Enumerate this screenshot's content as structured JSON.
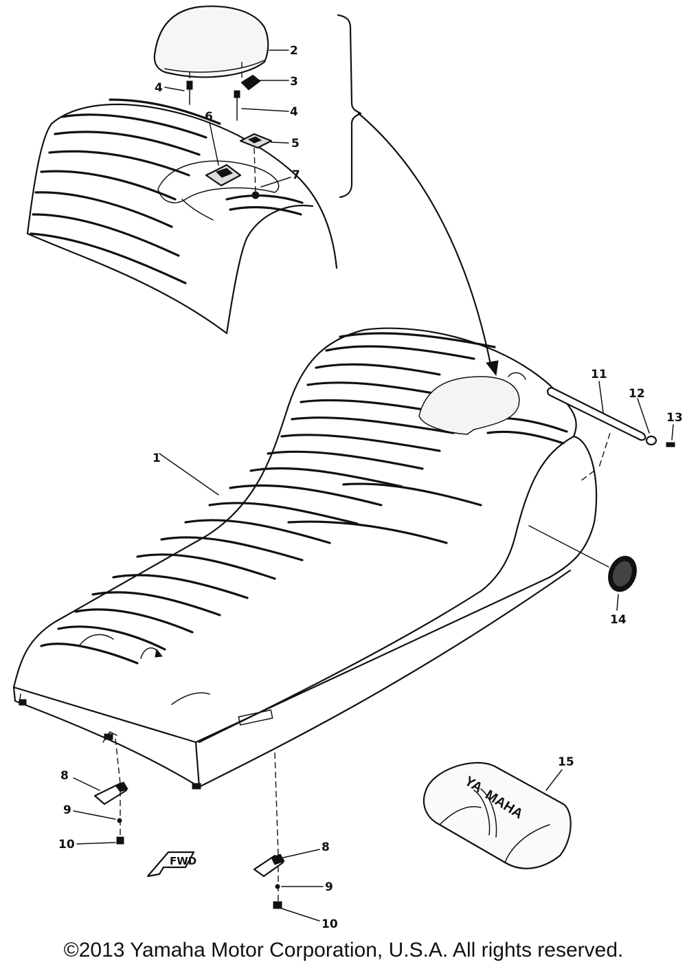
{
  "callouts": {
    "c1": "1",
    "c2": "2",
    "c3": "3",
    "c4a": "4",
    "c4b": "4",
    "c5": "5",
    "c6": "6",
    "c7": "7",
    "c8a": "8",
    "c8b": "8",
    "c9a": "9",
    "c9b": "9",
    "c10a": "10",
    "c10b": "10",
    "c11": "11",
    "c12": "12",
    "c13": "13",
    "c14": "14",
    "c15": "15"
  },
  "bag_logo_line1": "YA",
  "bag_logo_line2": "MAHA",
  "fwd_marker": "FWD",
  "copyright": "©2013 Yamaha Motor Corporation, U.S.A. All rights reserved."
}
